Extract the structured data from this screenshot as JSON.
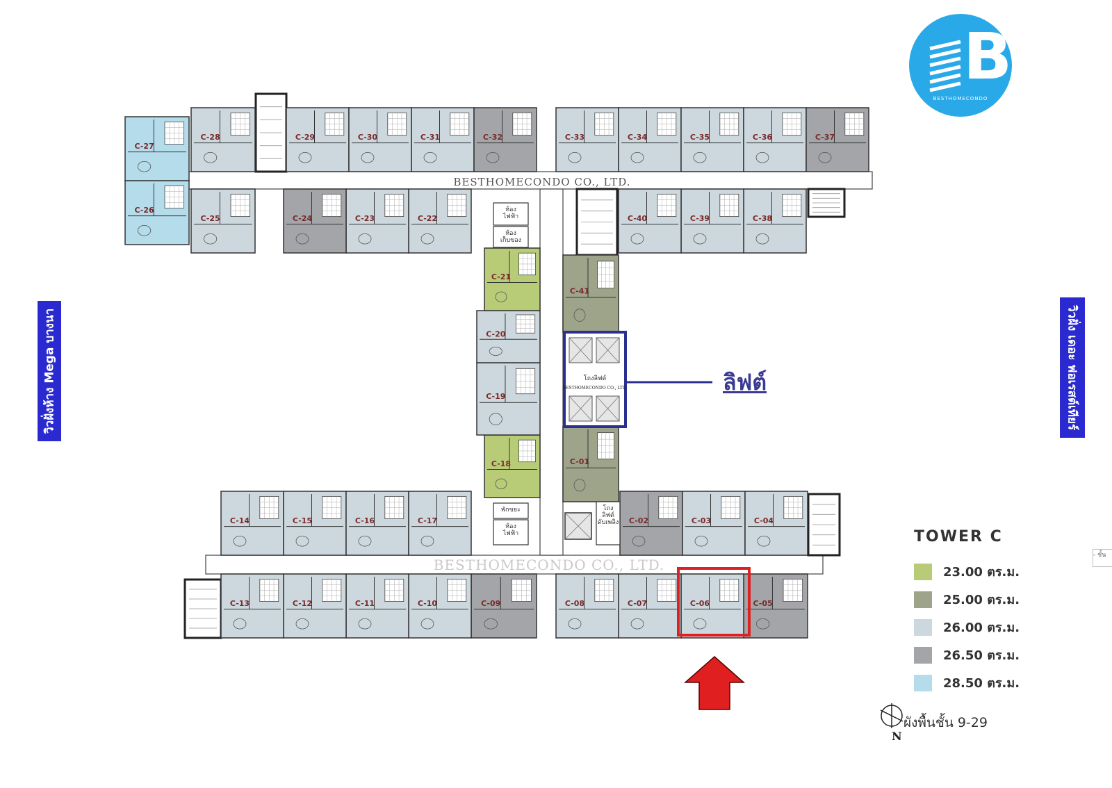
{
  "watermark": "BESTHOMECONDO CO., LTD.",
  "logo": {
    "letter": "B",
    "name": "BESTHOMECONDO"
  },
  "side_labels": {
    "left": "วิวฝั่งห้าง Mega บางนา",
    "right": "วิวฝั่ง เดอะ ฟอเรสต์เทียร์"
  },
  "lift_label": "ลิฟต์",
  "lift_lobby_label": "โถงลิฟต์",
  "service_rooms": {
    "electric_top": "ห้อง ไฟฟ้า",
    "storage": "ห้อง เก็บของ",
    "garbage": "พักขยะ",
    "electric_bottom": "ห้อง ไฟฟ้า",
    "lobby_small": "โถง ลิฟต์ ดับเพลิง"
  },
  "tower_title": "TOWER   C",
  "legend": [
    {
      "label": "23.00  ตร.ม.",
      "color": "#b8cc78"
    },
    {
      "label": "25.00  ตร.ม.",
      "color": "#9ea48a"
    },
    {
      "label": "26.00  ตร.ม.",
      "color": "#cdd8de"
    },
    {
      "label": "26.50  ตร.ม.",
      "color": "#a3a5a8"
    },
    {
      "label": "28.50  ตร.ม.",
      "color": "#b5dceb"
    }
  ],
  "floor_note": "ผังพื้นชั้น 9-29",
  "north_label": "N",
  "edge_tag": "- ชั้น",
  "highlight_color": "#e02020",
  "units": [
    {
      "id": "C-01"
    },
    {
      "id": "C-02"
    },
    {
      "id": "C-03"
    },
    {
      "id": "C-04"
    },
    {
      "id": "C-05"
    },
    {
      "id": "C-06"
    },
    {
      "id": "C-07"
    },
    {
      "id": "C-08"
    },
    {
      "id": "C-09"
    },
    {
      "id": "C-10"
    },
    {
      "id": "C-11"
    },
    {
      "id": "C-12"
    },
    {
      "id": "C-13"
    },
    {
      "id": "C-14"
    },
    {
      "id": "C-15"
    },
    {
      "id": "C-16"
    },
    {
      "id": "C-17"
    },
    {
      "id": "C-18"
    },
    {
      "id": "C-19"
    },
    {
      "id": "C-20"
    },
    {
      "id": "C-21"
    },
    {
      "id": "C-22"
    },
    {
      "id": "C-23"
    },
    {
      "id": "C-24"
    },
    {
      "id": "C-25"
    },
    {
      "id": "C-26"
    },
    {
      "id": "C-27"
    },
    {
      "id": "C-28"
    },
    {
      "id": "C-29"
    },
    {
      "id": "C-30"
    },
    {
      "id": "C-31"
    },
    {
      "id": "C-32"
    },
    {
      "id": "C-33"
    },
    {
      "id": "C-34"
    },
    {
      "id": "C-35"
    },
    {
      "id": "C-36"
    },
    {
      "id": "C-37"
    },
    {
      "id": "C-38"
    },
    {
      "id": "C-39"
    },
    {
      "id": "C-40"
    },
    {
      "id": "C-41"
    }
  ]
}
